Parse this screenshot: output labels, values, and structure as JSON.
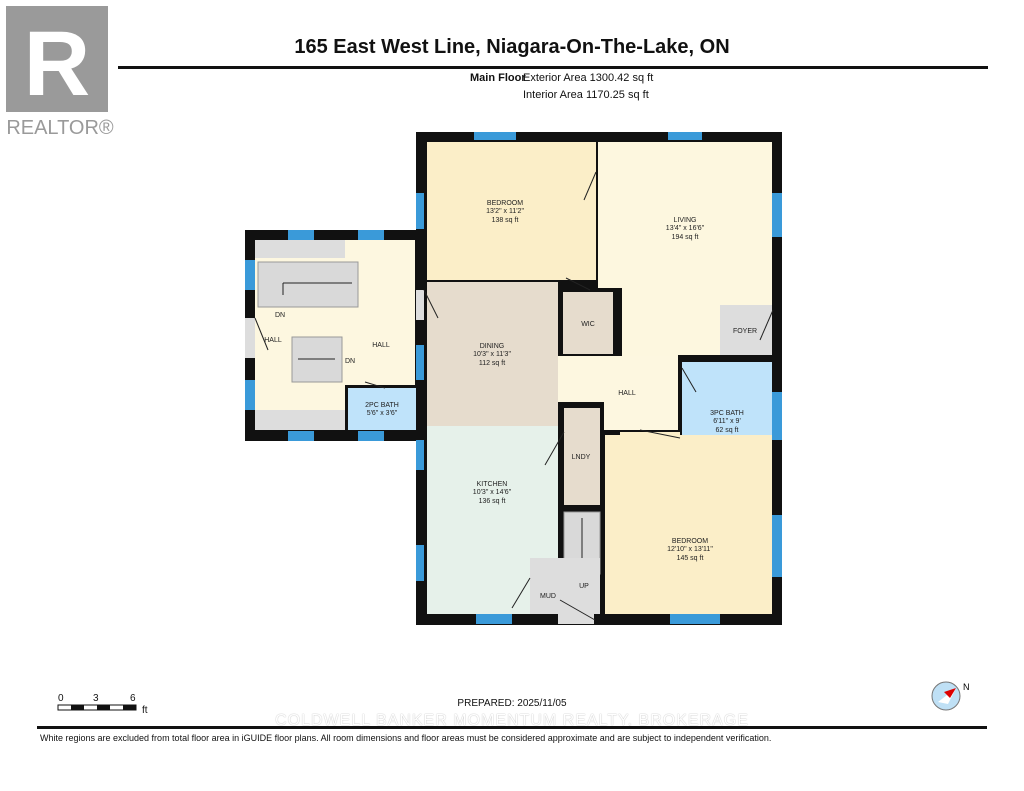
{
  "title": "165 East West Line, Niagara-On-The-Lake, ON",
  "floor": {
    "name": "Main Floor",
    "exterior_area": "Exterior Area 1300.42 sq ft",
    "interior_area": "Interior Area 1170.25 sq ft"
  },
  "logo": {
    "text": "REALTOR®",
    "letter": "R",
    "color": "#999999"
  },
  "rooms": {
    "bedroom1": {
      "name": "BEDROOM",
      "dims": "13'2\" x 11'2\"",
      "area": "138 sq ft"
    },
    "living": {
      "name": "LIVING",
      "dims": "13'4\" x 16'6\"",
      "area": "194 sq ft"
    },
    "dining": {
      "name": "DINING",
      "dims": "10'3\" x 11'3\"",
      "area": "112 sq ft"
    },
    "wic": {
      "name": "WIC"
    },
    "foyer": {
      "name": "FOYER"
    },
    "hall_center": {
      "name": "HALL"
    },
    "bath3": {
      "name": "3PC BATH",
      "dims": "6'11\" x 9'",
      "area": "62 sq ft"
    },
    "kitchen": {
      "name": "KITCHEN",
      "dims": "10'3\" x 14'6\"",
      "area": "136 sq ft"
    },
    "lndy": {
      "name": "LNDY"
    },
    "mud": {
      "name": "MUD"
    },
    "up": {
      "name": "UP"
    },
    "bedroom2": {
      "name": "BEDROOM",
      "dims": "12'10\" x 13'11\"",
      "area": "145 sq ft"
    },
    "hall_left": {
      "name": "HALL"
    },
    "hall_wing": {
      "name": "HALL"
    },
    "dn1": {
      "name": "DN"
    },
    "dn2": {
      "name": "DN"
    },
    "bath2": {
      "name": "2PC BATH",
      "dims": "5'6\" x 3'6\""
    }
  },
  "colors": {
    "wall": "#111111",
    "window": "#3a9ad9",
    "bedroom": "#fbeec8",
    "hall": "#fdf7e0",
    "dining": "#e6dccd",
    "bath": "#bfe3fa",
    "kitchen": "#e6f1ea",
    "utility": "#e0e0e0"
  },
  "scale": {
    "labels": [
      "0",
      "3",
      "6"
    ],
    "unit": "ft"
  },
  "prepared": "PREPARED: 2025/11/05",
  "watermark": "COLDWELL BANKER MOMENTUM REALTY, BROKERAGE",
  "compass": {
    "label": "N"
  },
  "disclaimer": "White regions are excluded from total floor area in iGUIDE floor plans. All room dimensions and floor areas must be considered approximate and are subject to independent verification."
}
